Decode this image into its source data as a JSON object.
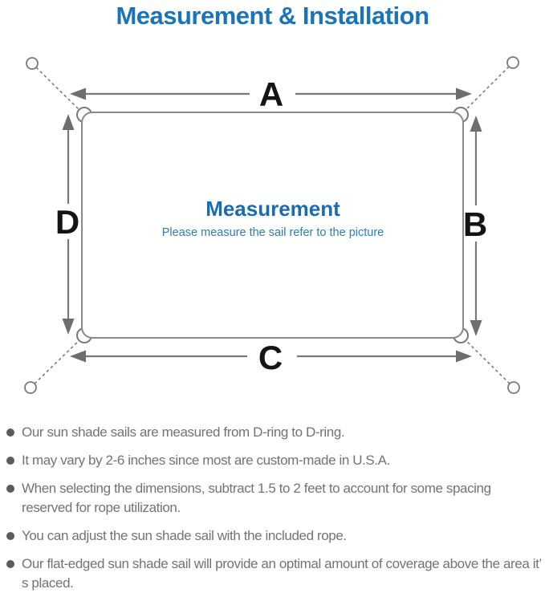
{
  "title": "Measurement & Installation",
  "diagram": {
    "labels": {
      "a": "A",
      "b": "B",
      "c": "C",
      "d": "D"
    },
    "center_title": "Measurement",
    "center_subtitle": "Please measure the sail refer to the picture"
  },
  "bullets": [
    "Our sun shade sails are measured from D-ring to D-ring.",
    "It may vary by 2-6 inches since most are custom-made in U.S.A.",
    "When selecting the dimensions, subtract 1.5 to 2 feet to account for some spacing reserved for rope utilization.",
    "You can adjust the sun shade sail with the included rope.",
    "Our flat-edged sun shade sail will provide an optimal amount of coverage above the area it’ s placed."
  ],
  "colors": {
    "title_blue": "#1b74b8",
    "center_title_blue": "#1a6cb0",
    "subtitle_blue": "#2d7cb9",
    "outline_gray": "#8a8a8a",
    "arrow_gray": "#6e6e6e",
    "dimension_label_black": "#141414",
    "body_text_gray": "#737373"
  }
}
